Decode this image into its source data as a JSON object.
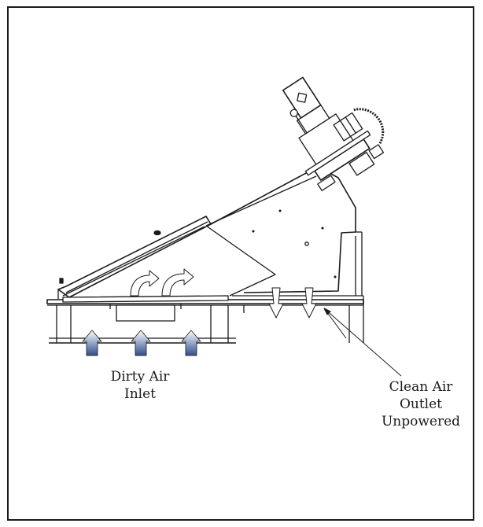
{
  "labels": {
    "dirty_air": [
      "Dirty Air",
      "Inlet"
    ],
    "clean_air": [
      "Clean Air",
      "Outlet",
      "Unpowered"
    ]
  },
  "colors": {
    "line": "#1a1a1a",
    "arrow_blue_dark": "#2e4f8c",
    "arrow_blue_light": "#ffffff",
    "background": "#ffffff"
  },
  "icons": {
    "dirty_air_arrows": "up-arrow-gradient",
    "flow_arrows": "curved-arrow",
    "clean_air_arrows": "down-arrow-outline"
  }
}
